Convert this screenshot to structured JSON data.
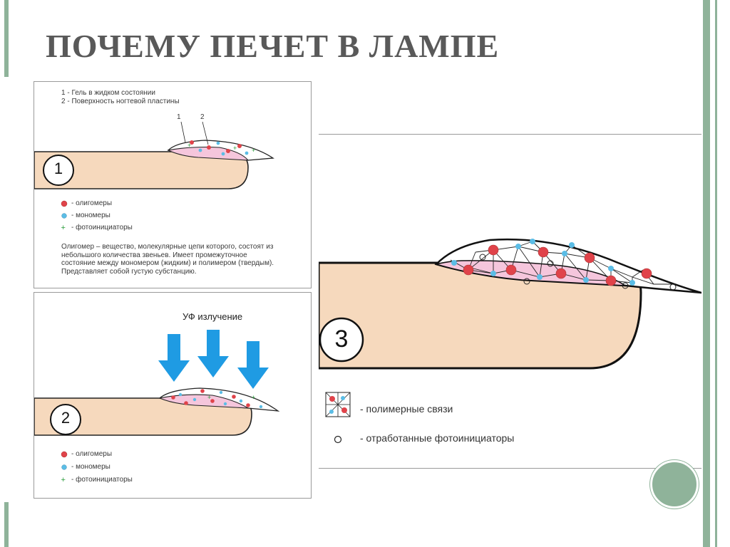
{
  "slide": {
    "title": "ПОЧЕМУ ПЕЧЕТ В ЛАМПЕ"
  },
  "panel1": {
    "caption_line1": "1 - Гель в жидком состоянии",
    "caption_line2": "2 - Поверхность ногтевой пластины",
    "callout1": "1",
    "callout2": "2",
    "step": "1",
    "legend": [
      "- олигомеры",
      "- мономеры",
      "- фотоинициаторы"
    ],
    "description": "Олигомер – вещество, молекулярные цепи которого, состоят из небольшого количества звеньев. Имеет промежуточное состояние между мономером (жидким) и полимером (твердым). Представляет собой густую субстанцию."
  },
  "panel2": {
    "uv_label": "УФ излучение",
    "step": "2",
    "legend": [
      "- олигомеры",
      "- мономеры",
      "- фотоинициаторы"
    ]
  },
  "panel3": {
    "step": "3",
    "legend_polymer": "- полимерные связи",
    "legend_spent": "- отработанные фотоинициаторы"
  },
  "colors": {
    "oligomer": "#e0434a",
    "monomer": "#5bbde6",
    "photoinitiator": "#2a9c3a",
    "skin": "#f6d9bd",
    "gel": "#f5c6dc",
    "uv_arrow": "#1f9be3",
    "accent_bar": "#8fb39a"
  },
  "icons": [
    "oligomer-dot-icon",
    "monomer-dot-icon",
    "photoinitiator-plus-icon",
    "uv-arrow-icon",
    "polymer-bond-icon",
    "spent-photoinitiator-icon"
  ]
}
